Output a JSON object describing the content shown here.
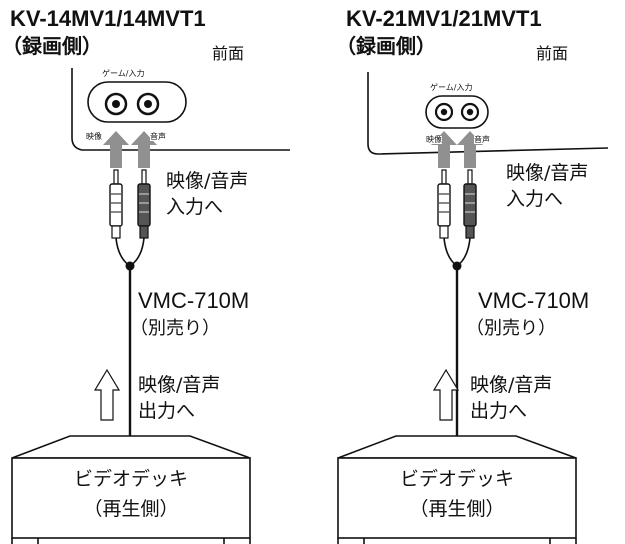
{
  "left": {
    "model": "KV-14MV1/14MVT1",
    "side": "（録画側）",
    "front_label": "前面",
    "jack_label": "ゲーム/入力",
    "video_label": "映像",
    "audio_label": "音声",
    "input_l1": "映像/音声",
    "input_l2": "入力へ",
    "cable_name": "VMC-710M",
    "cable_note": "（別売り）",
    "output_l1": "映像/音声",
    "output_l2": "出力へ",
    "vcr_l1": "ビデオデッキ",
    "vcr_l2": "（再生側）"
  },
  "right": {
    "model": "KV-21MV1/21MVT1",
    "side": "（録画側）",
    "front_label": "前面",
    "jack_label": "ゲーム/入力",
    "video_label": "映像",
    "audio_label": "音声",
    "input_l1": "映像/音声",
    "input_l2": "入力へ",
    "cable_name": "VMC-710M",
    "cable_note": "（別売り）",
    "output_l1": "映像/音声",
    "output_l2": "出力へ",
    "vcr_l1": "ビデオデッキ",
    "vcr_l2": "（再生側）"
  },
  "colors": {
    "line": "#111111",
    "arrow_fill": "#909090",
    "white_plug": "#ffffff",
    "red_plug": "#555555"
  }
}
